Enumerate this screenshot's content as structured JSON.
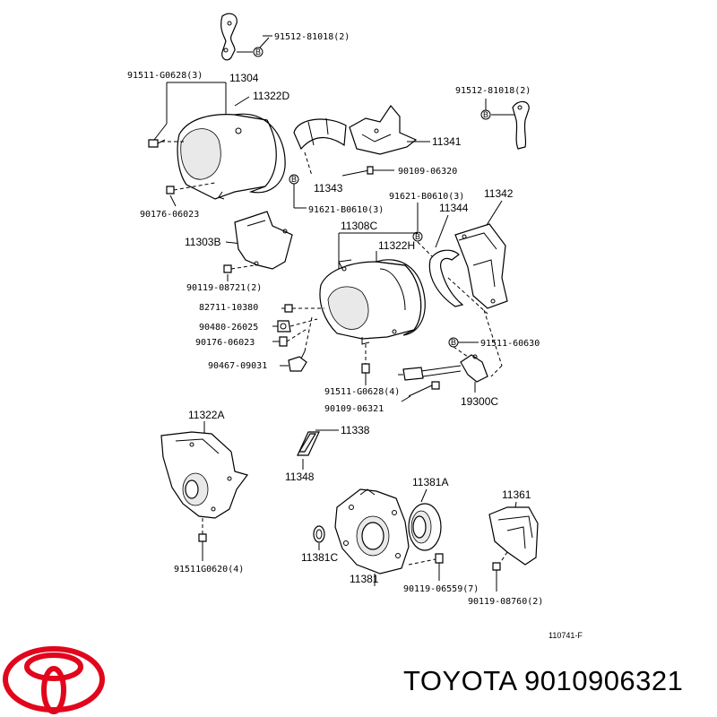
{
  "parts": {
    "p91512_top": "91512-81018(2)",
    "p91511_g0628_3": "91511-G0628(3)",
    "p11304": "11304",
    "p11322d": "11322D",
    "p91512_right": "91512-81018(2)",
    "p11341": "11341",
    "p90109_06320": "90109-06320",
    "p11343": "11343",
    "p90176_06023_a": "90176-06023",
    "p91621_b0610_3a": "91621-B0610(3)",
    "p91621_b0610_3b": "91621-B0610(3)",
    "p11342": "11342",
    "p11344": "11344",
    "p11303b": "11303B",
    "p11308c": "11308C",
    "p11322h": "11322H",
    "p90119_08721_2": "90119-08721(2)",
    "p82711_10380": "82711-10380",
    "p90480_26025": "90480-26025",
    "p90176_06023_b": "90176-06023",
    "p91511_60630": "91511-60630",
    "p90467_09031": "90467-09031",
    "p91511_g0628_4": "91511-G0628(4)",
    "p90109_06321": "90109-06321",
    "p19300c": "19300C",
    "p11322a": "11322A",
    "p11338": "11338",
    "p11348": "11348",
    "p11381a": "11381A",
    "p11361": "11361",
    "p11381c": "11381C",
    "p11381": "11381",
    "p91511g0620_4": "91511G0620(4)",
    "p90119_06559_7": "90119-06559(7)",
    "p90119_08760_2": "90119-08760(2)"
  },
  "marker": "B",
  "reference": "110741-F",
  "brand": {
    "text": "TOYOTA 9010906321",
    "logo_color": "#e1061c"
  }
}
